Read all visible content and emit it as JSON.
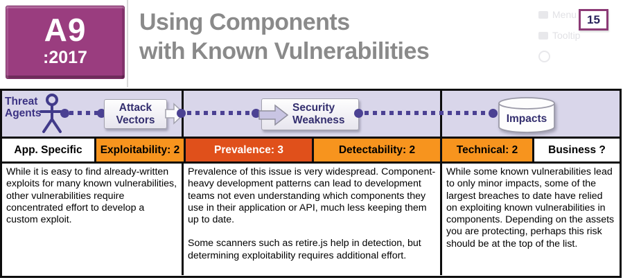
{
  "badge": {
    "code": "A9",
    "year": ":2017"
  },
  "title": {
    "line1": "Using Components",
    "line2": "with Known Vulnerabilities"
  },
  "page_number": "15",
  "watermark": {
    "items": [
      "Menu",
      "Tooltip"
    ]
  },
  "flow": {
    "threat_line1": "Threat",
    "threat_line2": "Agents",
    "attack_line1": "Attack",
    "attack_line2": "Vectors",
    "security_line1": "Security",
    "security_line2": "Weakness",
    "impacts": "Impacts"
  },
  "ratings": [
    {
      "label": "App. Specific"
    },
    {
      "label": "Exploitability: 2"
    },
    {
      "label": "Prevalence: 3"
    },
    {
      "label": "Detectability: 2"
    },
    {
      "label": "Technical: 2"
    },
    {
      "label": "Business ?"
    }
  ],
  "columns": [
    {
      "paragraphs": [
        "While it is easy to find already-written exploits for many known vulnerabilities, other vulnerabilities require concentrated effort to develop a custom exploit."
      ]
    },
    {
      "paragraphs": [
        "Prevalence of this issue is very widespread. Component-heavy development patterns can lead to development teams not even understanding which components they use in their application or API, much less keeping them up to date.",
        "Some scanners such as retire.js help in detection, but determining exploitability requires additional effort."
      ]
    },
    {
      "paragraphs": [
        "While some known vulnerabilities lead to only minor impacts, some of the largest breaches to date have relied on exploiting known vulnerabilities in components. Depending on the assets you are protecting, perhaps this risk should be at the top of the list."
      ]
    }
  ],
  "colors": {
    "badge_purple": "#9A3D7F",
    "title_gray": "#8A8A8A",
    "band_lavender": "#D9D6EA",
    "flow_indigo": "#4B4193",
    "orange": "#F7941E",
    "dark_orange": "#E0501B",
    "page_number_border_purple": "#8C3A76",
    "page_number_text": "#29235C"
  }
}
